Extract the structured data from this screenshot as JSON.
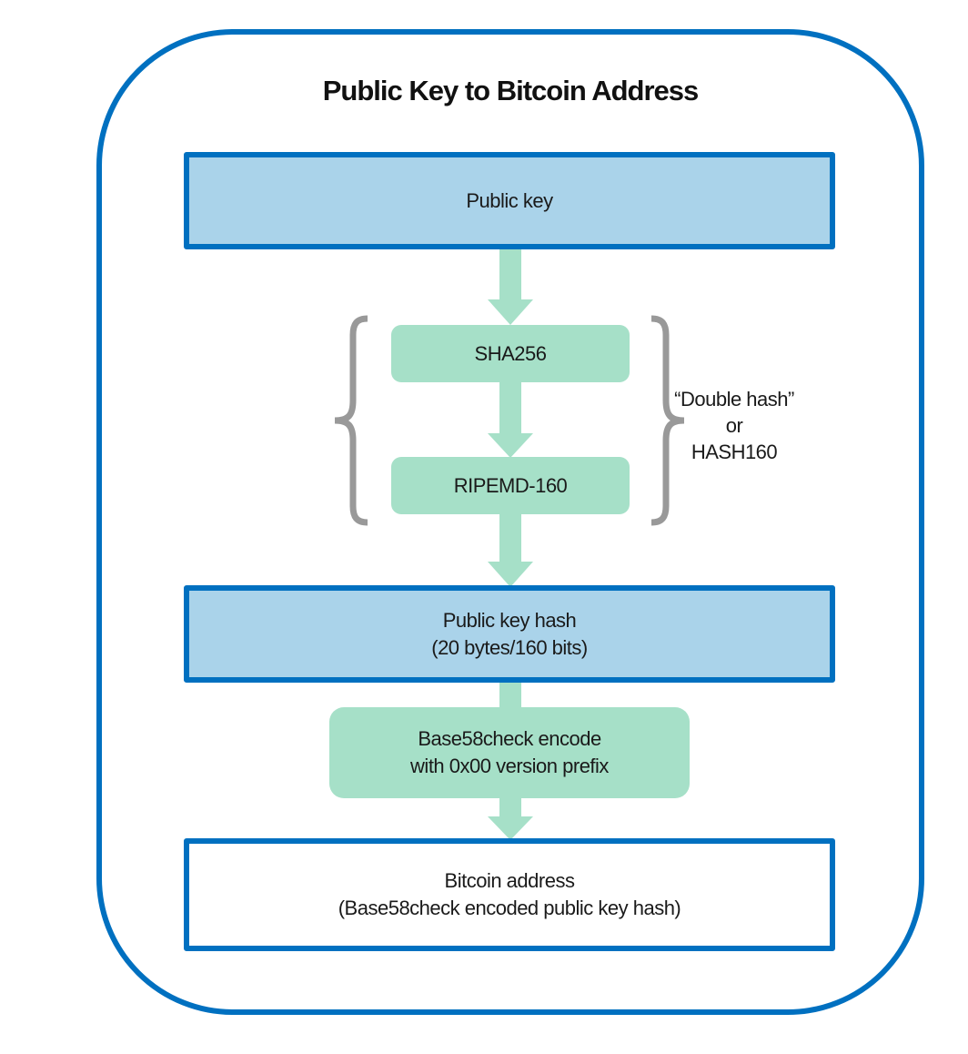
{
  "diagram": {
    "title": "Public Key to Bitcoin Address",
    "colors": {
      "frame": "#0070c0",
      "data_box_fill": "#aad3ea",
      "process_box_fill": "#a6e0c8",
      "arrow": "#a6e0c8",
      "bracket": "#999999",
      "text": "#1a1a1a"
    },
    "nodes": {
      "public_key": {
        "line1": "Public key"
      },
      "sha256": {
        "line1": "SHA256"
      },
      "ripemd160": {
        "line1": "RIPEMD-160"
      },
      "public_key_hash": {
        "line1": "Public key hash",
        "line2": "(20 bytes/160 bits)"
      },
      "base58check": {
        "line1": "Base58check encode",
        "line2": "with 0x00 version prefix"
      },
      "bitcoin_address": {
        "line1": "Bitcoin address",
        "line2": "(Base58check encoded public key hash)"
      }
    },
    "annotation": {
      "line1": "“Double hash”",
      "line2": "or",
      "line3": "HASH160"
    },
    "edges": [
      {
        "from": "Public key",
        "to": "SHA256"
      },
      {
        "from": "SHA256",
        "to": "RIPEMD-160"
      },
      {
        "from": "RIPEMD-160",
        "to": "Public key hash"
      },
      {
        "from": "Public key hash",
        "to": "Base58check encode"
      },
      {
        "from": "Base58check encode",
        "to": "Bitcoin address"
      }
    ]
  }
}
